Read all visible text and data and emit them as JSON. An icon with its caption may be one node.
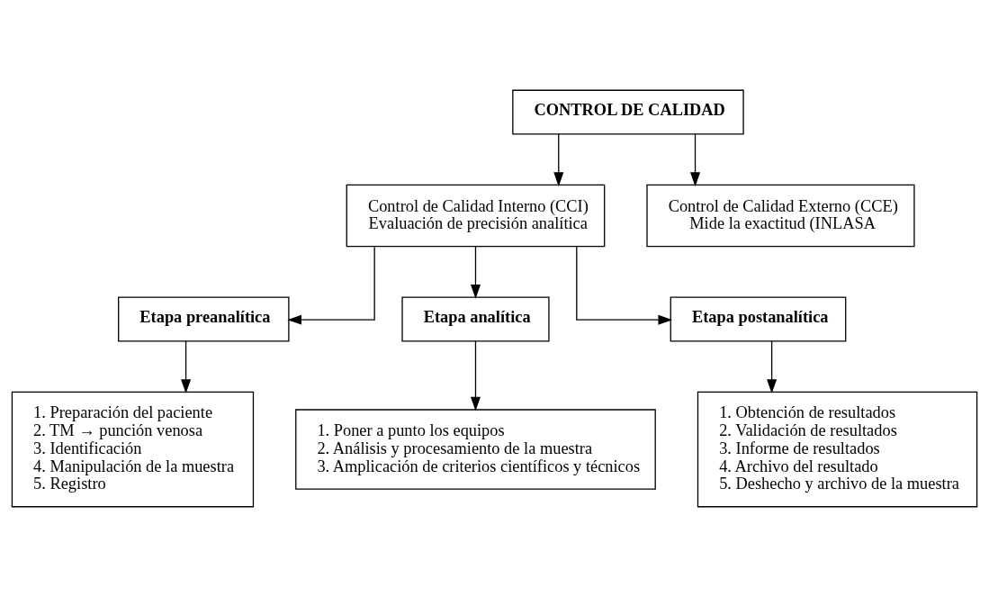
{
  "diagram": {
    "nodes": [
      {
        "text": [
          "CONTROL DE CALIDAD"
        ]
      },
      {
        "text": [
          "Control de Calidad Interno (CCI)",
          "Evaluación de precisión analítica"
        ]
      },
      {
        "text": [
          "Control de Calidad Externo (CCE)",
          "Mide la exactitud (INLASA"
        ]
      },
      {
        "text": [
          "Etapa preanalítica"
        ]
      },
      {
        "text": [
          "Etapa analítica"
        ]
      },
      {
        "text": [
          "Etapa postanalítica"
        ]
      },
      {
        "text": [
          "1. Preparación del paciente",
          "2. TM → punción venosa",
          "3. Identificación",
          "4. Manipulación de la muestra",
          "5. Registro"
        ]
      },
      {
        "text": [
          "1. Poner a punto los equipos",
          "2. Análisis y procesamiento de la muestra",
          "3. Amplicación de criterios científicos y técnicos"
        ]
      },
      {
        "text": [
          "1. Obtención de resultados",
          "2. Validación de resultados",
          "3. Informe de resultados",
          "4. Archivo del resultado",
          "5. Deshecho y archivo de la muestra"
        ]
      }
    ],
    "edges": [
      {
        "from": 0,
        "to": 1,
        "arrow": "to"
      },
      {
        "from": 0,
        "to": 2,
        "arrow": "to"
      },
      {
        "from": 1,
        "to": 3,
        "arrow": "to"
      },
      {
        "from": 1,
        "to": 4,
        "arrow": "to"
      },
      {
        "from": 1,
        "to": 5,
        "arrow": "to"
      },
      {
        "from": 3,
        "to": 6,
        "arrow": "to"
      },
      {
        "from": 4,
        "to": 7,
        "arrow": "to"
      },
      {
        "from": 5,
        "to": 8,
        "arrow": "to"
      }
    ]
  }
}
